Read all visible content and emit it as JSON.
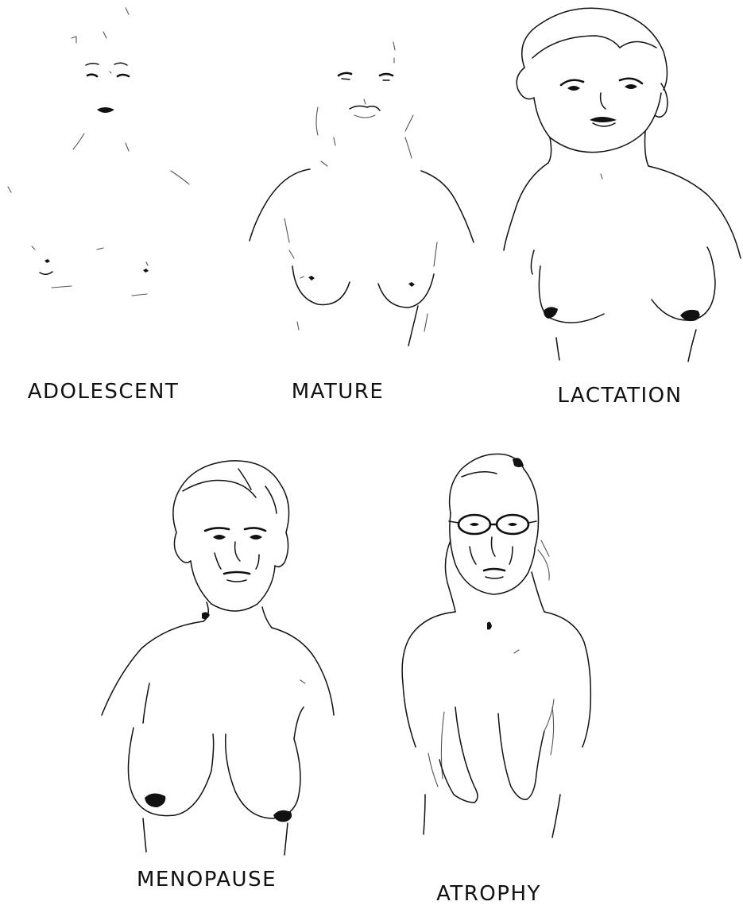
{
  "figures": [
    {
      "id": "adolescent",
      "label": "ADOLESCENT"
    },
    {
      "id": "mature",
      "label": "MATURE"
    },
    {
      "id": "lactation",
      "label": "LACTATION"
    },
    {
      "id": "menopause",
      "label": "MENOPAUSE"
    },
    {
      "id": "atrophy",
      "label": "ATROPHY"
    }
  ],
  "colors": {
    "ink": "#111111",
    "background": "#ffffff"
  }
}
